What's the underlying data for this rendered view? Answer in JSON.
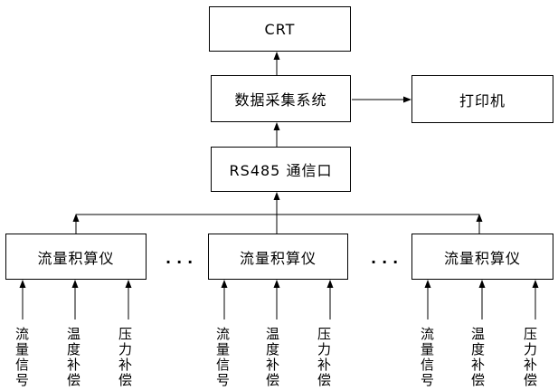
{
  "diagram": {
    "nodes": {
      "crt": "CRT",
      "data_acquisition": "数据采集系统",
      "printer": "打印机",
      "rs485_port": "RS485 通信口",
      "flow_totalizer": "流量积算仪"
    },
    "ellipsis": "...",
    "input_signals": [
      "流量信号",
      "温度补偿",
      "压力补偿"
    ],
    "colors": {
      "line": "#000000",
      "background": "#ffffff"
    }
  }
}
